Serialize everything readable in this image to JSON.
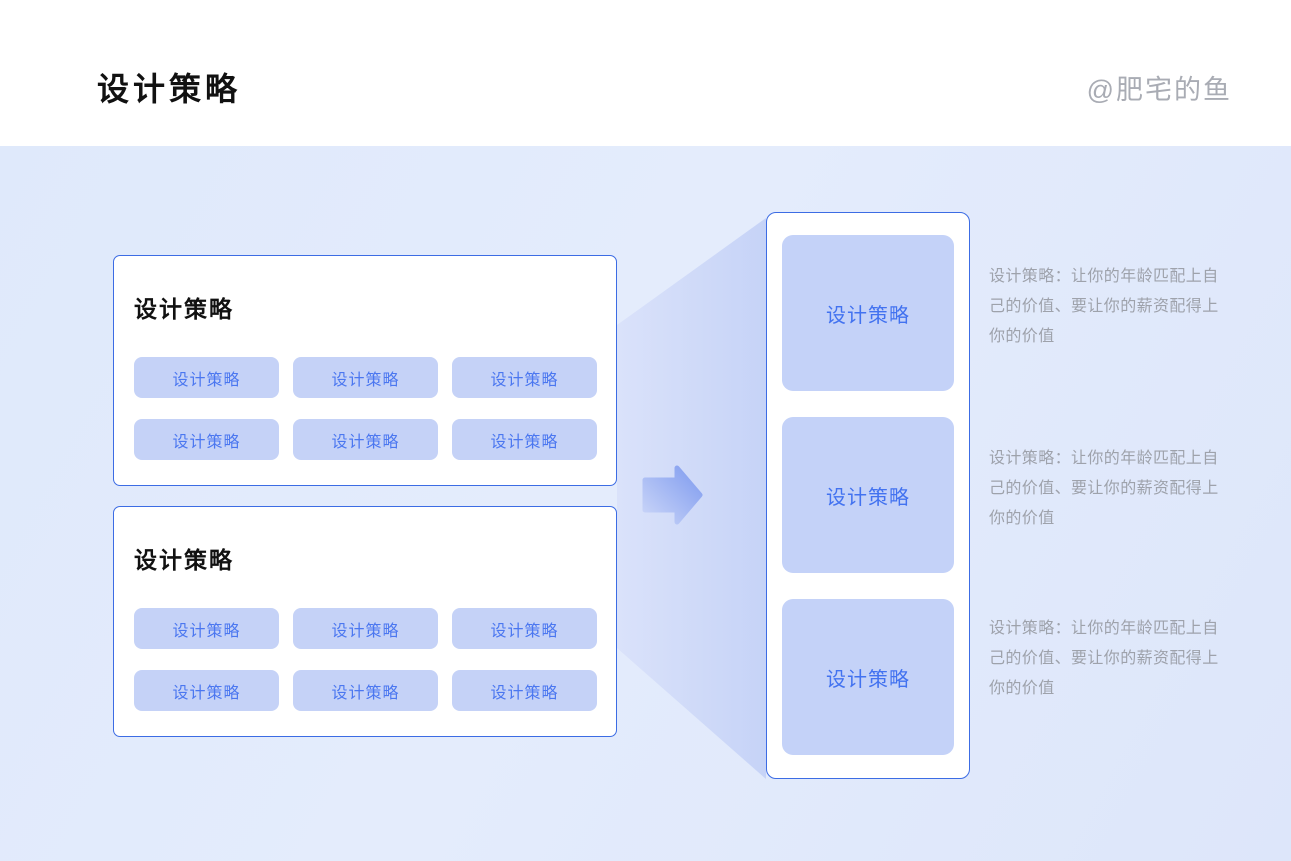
{
  "header": {
    "title": "设计策略",
    "watermark": "@肥宅的鱼"
  },
  "left_panels": [
    {
      "title": "设计策略",
      "buttons": [
        "设计策略",
        "设计策略",
        "设计策略",
        "设计策略",
        "设计策略",
        "设计策略"
      ]
    },
    {
      "title": "设计策略",
      "buttons": [
        "设计策略",
        "设计策略",
        "设计策略",
        "设计策略",
        "设计策略",
        "设计策略"
      ]
    }
  ],
  "right_panel": {
    "items": [
      {
        "label": "设计策略",
        "description": "设计策略：让你的年龄匹配上自己的价值、要让你的薪资配得上你的价值"
      },
      {
        "label": "设计策略",
        "description": "设计策略：让你的年龄匹配上自己的价值、要让你的薪资配得上你的价值"
      },
      {
        "label": "设计策略",
        "description": "设计策略：让你的年龄匹配上自己的价值、要让你的薪资配得上你的价值"
      }
    ]
  },
  "icons": {
    "arrow": "arrow-right-icon",
    "beam": "projection-beam"
  },
  "colors": {
    "panel_border": "#3C6CE4",
    "chip_bg": "#C5D2F7",
    "chip_text": "#4B77F0",
    "square_bg": "#C4D2F8",
    "square_text": "#4272F0",
    "description_text": "#9EA2AB",
    "watermark_text": "#A9ACB4",
    "canvas_bg": "#E1EAFC",
    "arrow_light": "#CBD6F8",
    "arrow_dark": "#7F9BEF"
  }
}
